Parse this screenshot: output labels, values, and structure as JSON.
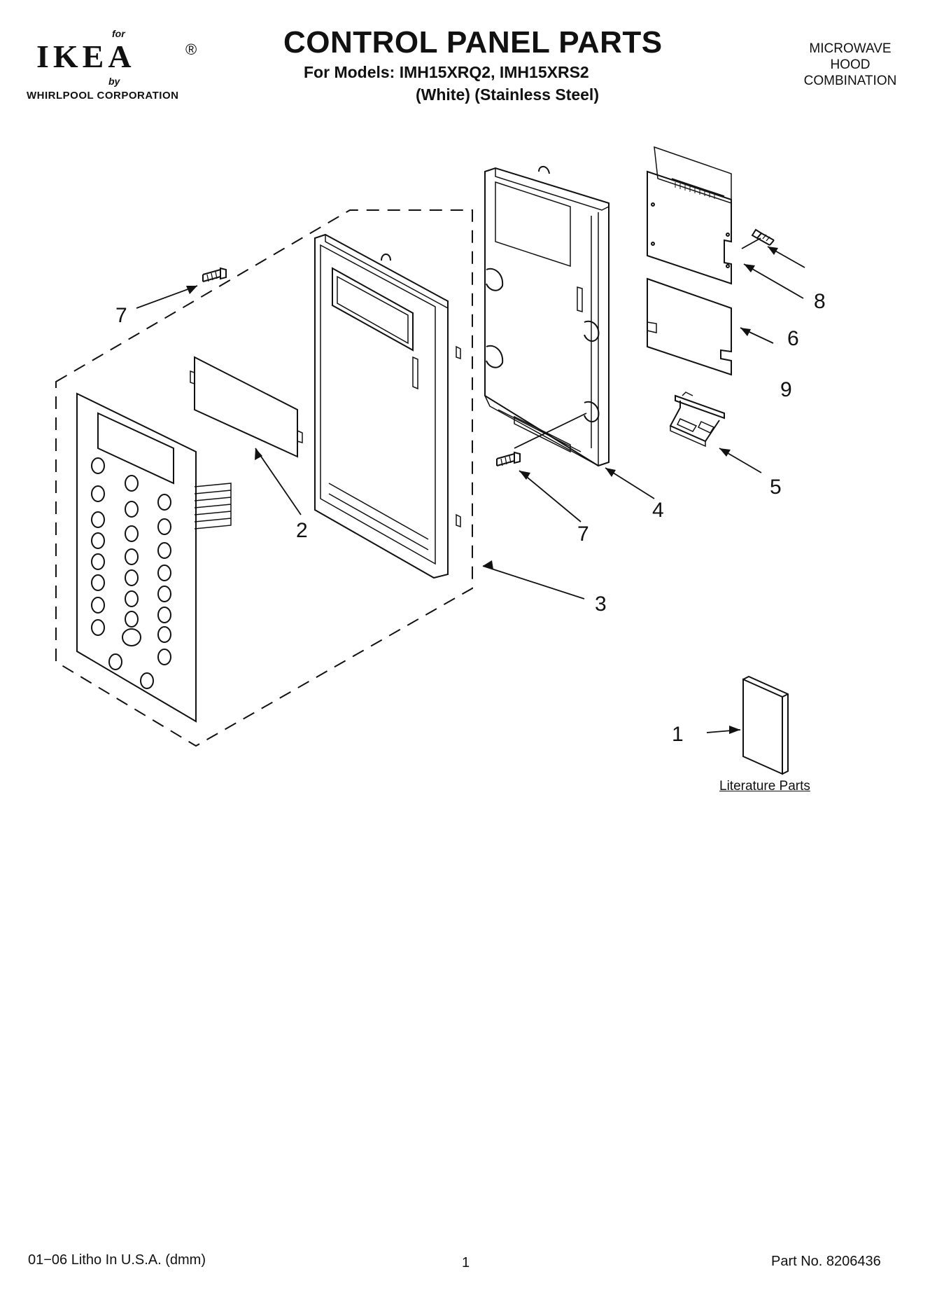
{
  "header": {
    "logo_for": "for",
    "logo_brand": "IKEA",
    "logo_registered": "®",
    "logo_by": "by",
    "logo_corp": "WHIRLPOOL CORPORATION",
    "title": "CONTROL PANEL PARTS",
    "models": "For Models: IMH15XRQ2, IMH15XRS2",
    "variants": "(White)  (Stainless Steel)",
    "product_type": [
      "MICROWAVE",
      "HOOD",
      "COMBINATION"
    ]
  },
  "diagram": {
    "callouts": [
      "7",
      "2",
      "3",
      "7",
      "4",
      "8",
      "6",
      "9",
      "5",
      "1"
    ],
    "literature_label": "Literature Parts"
  },
  "footer": {
    "print_info": "01−06 Litho In U.S.A. (dmm)",
    "page_number": "1",
    "part_number": "Part No. 8206436"
  }
}
